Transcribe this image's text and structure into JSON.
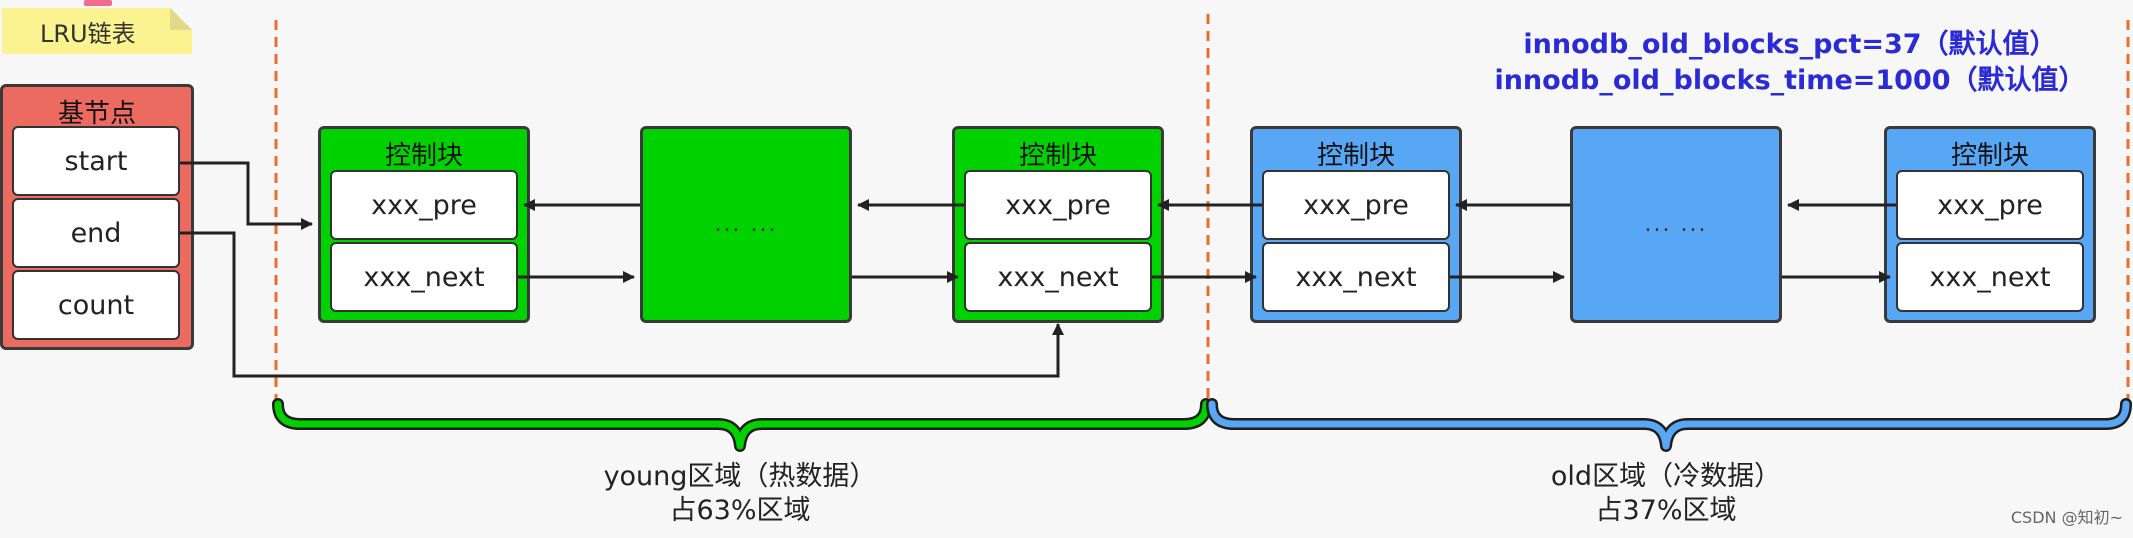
{
  "tag": {
    "label": "LRU链表"
  },
  "head_node": {
    "title": "基节点",
    "fields": [
      "start",
      "end",
      "count"
    ]
  },
  "blocks": {
    "control_title": "控制块",
    "pre_label": "xxx_pre",
    "next_label": "xxx_next",
    "ellipsis": "... ..."
  },
  "params": {
    "line1": "innodb_old_blocks_pct=37（默认值）",
    "line2": "innodb_old_blocks_time=1000（默认值）"
  },
  "regions": {
    "young": {
      "line1": "young区域（热数据）",
      "line2": "占63%区域"
    },
    "old": {
      "line1": "old区域（冷数据）",
      "line2": "占37%区域"
    }
  },
  "colors": {
    "young": "#00d200",
    "old": "#58a7f5",
    "head": "#ec6b61",
    "divider": "#e8702a",
    "params_text": "#2a2ad6"
  },
  "watermark": "CSDN @知初~"
}
